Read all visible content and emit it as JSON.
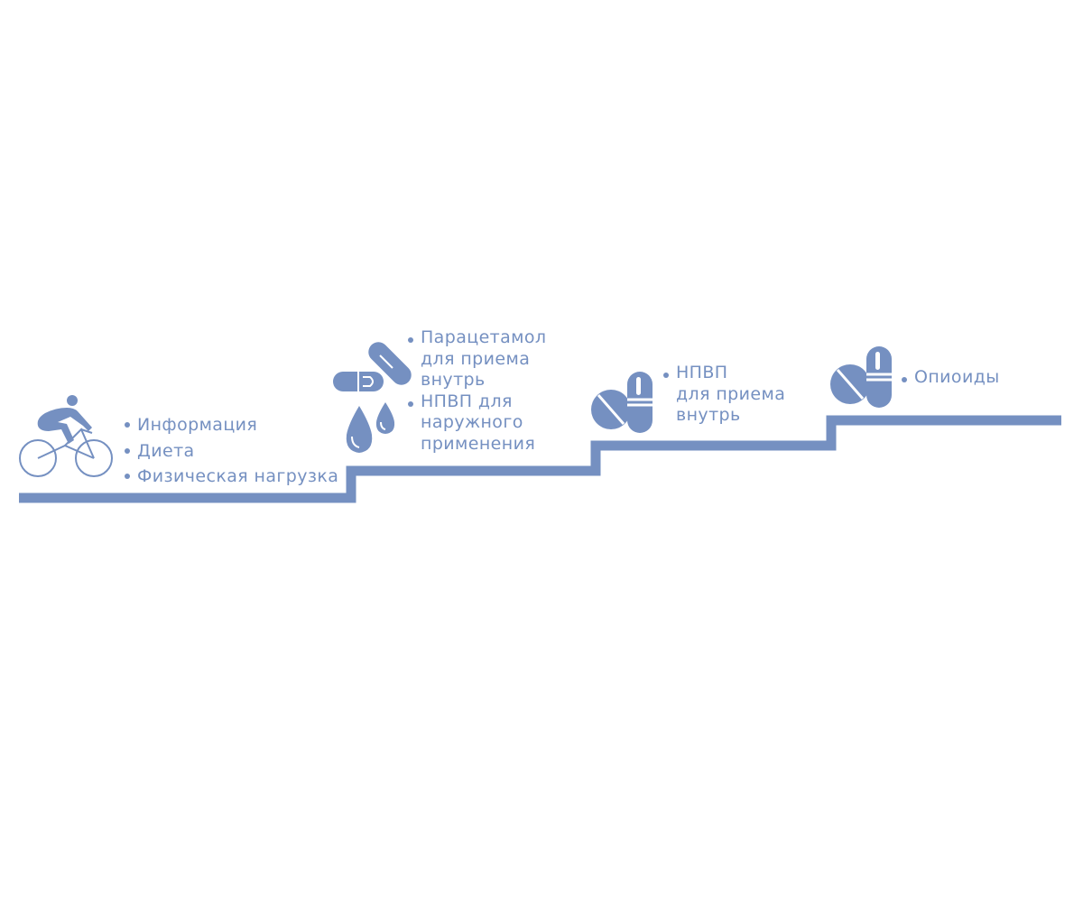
{
  "colors": {
    "accent": "#7590c1"
  },
  "steps": [
    {
      "icons": [
        "cyclist-icon"
      ],
      "items": [
        "Информация",
        "Диета",
        "Физическая нагрузка"
      ]
    },
    {
      "icons": [
        "capsule-icon",
        "drops-icon"
      ],
      "items": [
        [
          "Парацетамол",
          "для приема",
          "внутрь"
        ],
        [
          "НПВП для",
          "наружного",
          "применения"
        ]
      ]
    },
    {
      "icons": [
        "tablet-and-capsule-icon"
      ],
      "items": [
        [
          "НПВП",
          "для приема",
          "внутрь"
        ]
      ]
    },
    {
      "icons": [
        "tablet-and-capsule-icon"
      ],
      "items": [
        "Опиоиды"
      ]
    }
  ]
}
